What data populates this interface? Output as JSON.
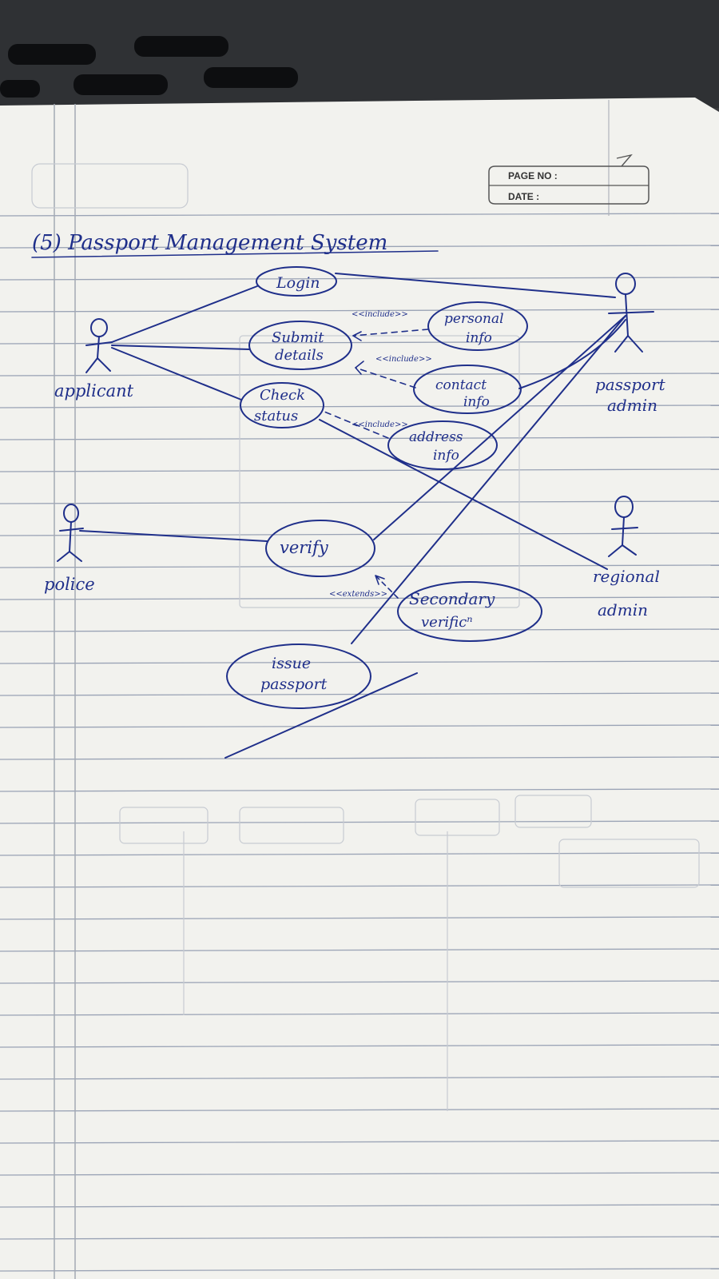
{
  "header": {
    "page_no_label": "PAGE NO :",
    "date_label": "DATE :"
  },
  "diagram": {
    "title": "(5) Passport Management System",
    "actors": {
      "applicant": "applicant",
      "passport_admin_line1": "passport",
      "passport_admin_line2": "admin",
      "police": "police",
      "regional_admin_line1": "regional",
      "regional_admin_line2": "admin"
    },
    "use_cases": {
      "login": "Login",
      "submit_details_line1": "Submit",
      "submit_details_line2": "details",
      "check_status_line1": "Check",
      "check_status_line2": "status",
      "personal_info_line1": "personal",
      "personal_info_line2": "info",
      "contact_info_line1": "contact",
      "contact_info_line2": "info",
      "address_info_line1": "address",
      "address_info_line2": "info",
      "verify": "verify",
      "secondary_verification_line1": "Secondary",
      "secondary_verification_line2": "verificⁿ",
      "issue_passport_line1": "issue",
      "issue_passport_line2": "passport"
    },
    "relations": {
      "include_1": "<<include>>",
      "include_2": "<<include>>",
      "include_3": "<<include>>",
      "extends": "<<extends>>"
    }
  },
  "colors": {
    "ink": "#1f2f8a",
    "paper": "#f2f2ee",
    "rule_line": "#9aa3b5",
    "background": "#3a3c3f"
  }
}
